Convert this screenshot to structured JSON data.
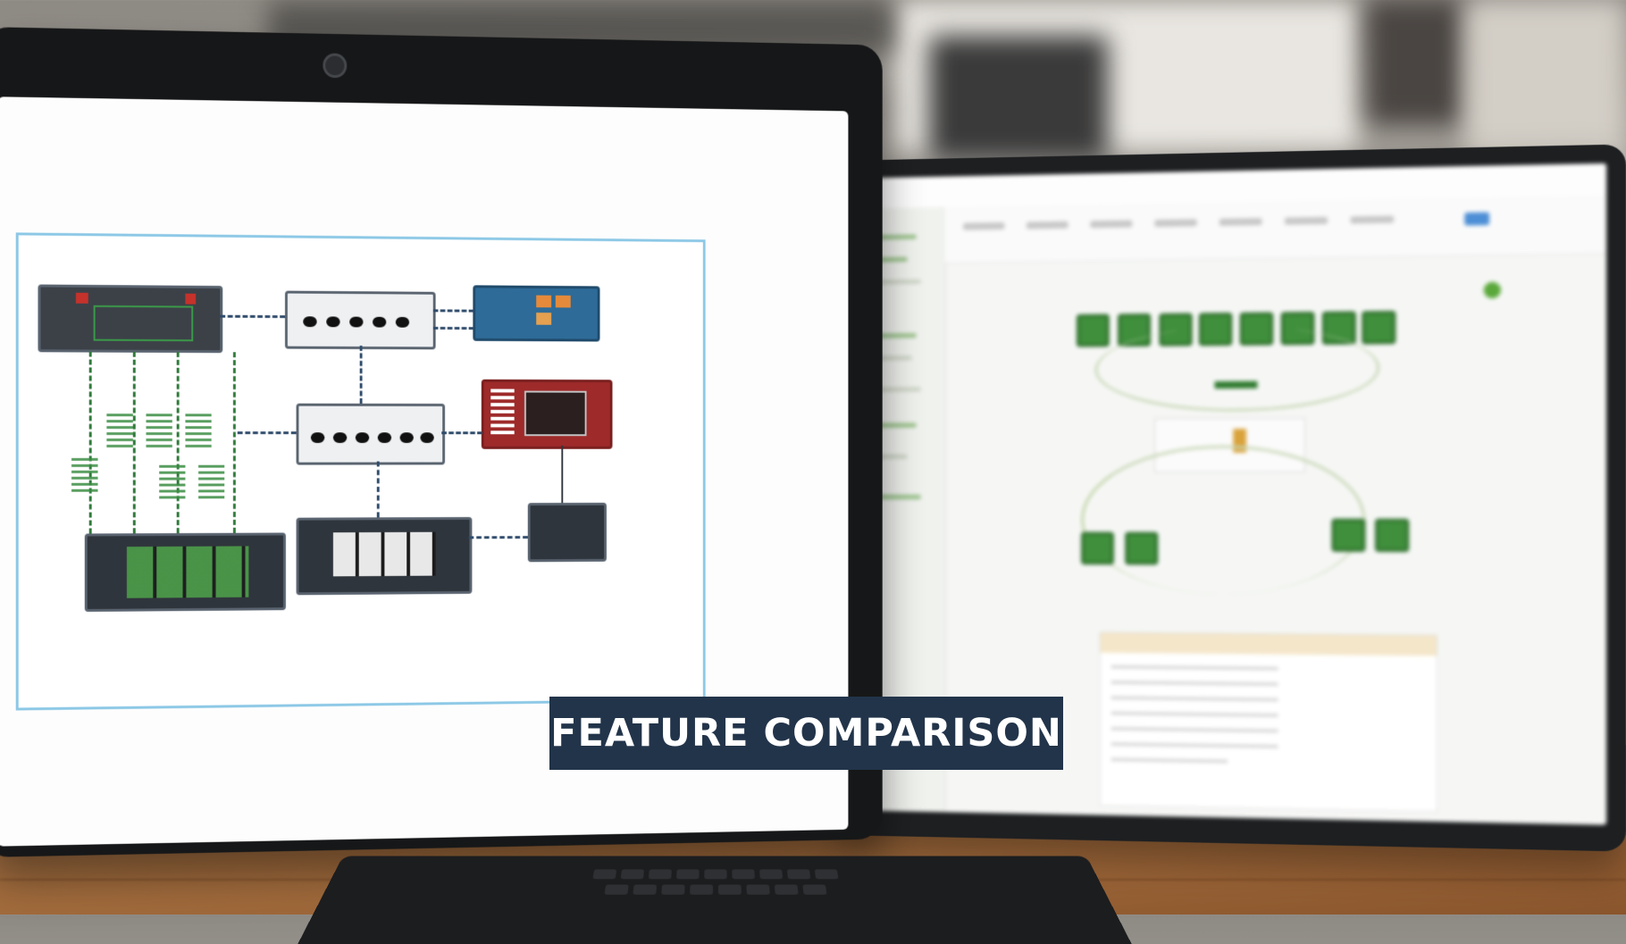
{
  "banner": {
    "text": "FEATURE COMPARISON"
  },
  "colors": {
    "banner_bg": "#22344a",
    "banner_text": "#ffffff",
    "diagram_border": "#8cc8e6",
    "node_green": "#3f8f3c",
    "table_wood": "#a8703f"
  },
  "scene": {
    "left_device": "laptop",
    "left_screen_content": "network-diagram",
    "right_device": "monitor",
    "right_screen_content": "node-graph-dashboard"
  }
}
